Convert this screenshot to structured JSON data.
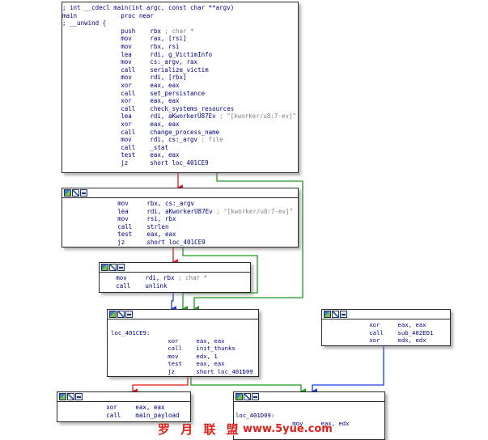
{
  "colors": {
    "border": "#2a2a2a",
    "true_edge": "#1a9a1a",
    "false_edge": "#e01818",
    "uncond_edge": "#1a3adf",
    "text": "#000080",
    "comment": "#808080"
  },
  "icons": [
    "graph-icon",
    "edit-icon",
    "listing-icon"
  ],
  "nodes": {
    "main": {
      "lines": [
        "; int __cdecl main(int argc, const char **argv)",
        "main            proc near",
        "; __unwind {",
        "                push    rbx ; char *",
        "                mov     rax, [rsi]",
        "                mov     rbx, rsi",
        "                lea     rdi, g_VictimInfo",
        "                mov     cs:_argv, rax",
        "                call    serialize_victim",
        "                mov     rdi, [rbx]",
        "                xor     eax, eax",
        "                call    set_persistance",
        "                xor     eax, eax",
        "                call    check_systems_resources",
        "                lea     rdi, aKworkerU87Ev ; \"[kworker/u8:7-ev]\"",
        "                xor     eax, eax",
        "                call    change_process_name",
        "                mov     rdi, cs:_argv ; file",
        "                call    _stat",
        "                test    eax, eax",
        "                jz      short loc_401CE9"
      ]
    },
    "block2": {
      "lines": [
        "                mov     rbx, cs:_argv",
        "                lea     rdi, aKworkerU87Ev ; \"[kworker/u8:7-ev]\"",
        "                mov     rsi, rbx",
        "                call    strlen",
        "                test    eax, eax",
        "                jz      short loc_401CE9"
      ]
    },
    "block3": {
      "lines": [
        "                mov     rdi, rbx ; char *",
        "                call    unlink"
      ]
    },
    "block4": {
      "lines": [
        "loc_401CE9:",
        "                xor     eax, eax",
        "                call    init_thunks",
        "                mov     edx, 1",
        "                test    eax, eax",
        "                jz      short loc_401D09"
      ]
    },
    "block5": {
      "lines": [
        "                xor     eax, eax",
        "                call    sub_402ED1",
        "                xor     edx, edx"
      ]
    },
    "block6": {
      "lines": [
        "                xor     eax, eax",
        "                call    main_payload"
      ]
    },
    "block7": {
      "lines": [
        "loc_401D09:",
        "                mov     eax, edx"
      ]
    }
  },
  "watermark": {
    "cn": "罗 月 联 盟",
    "url": "www.5yue.com"
  }
}
